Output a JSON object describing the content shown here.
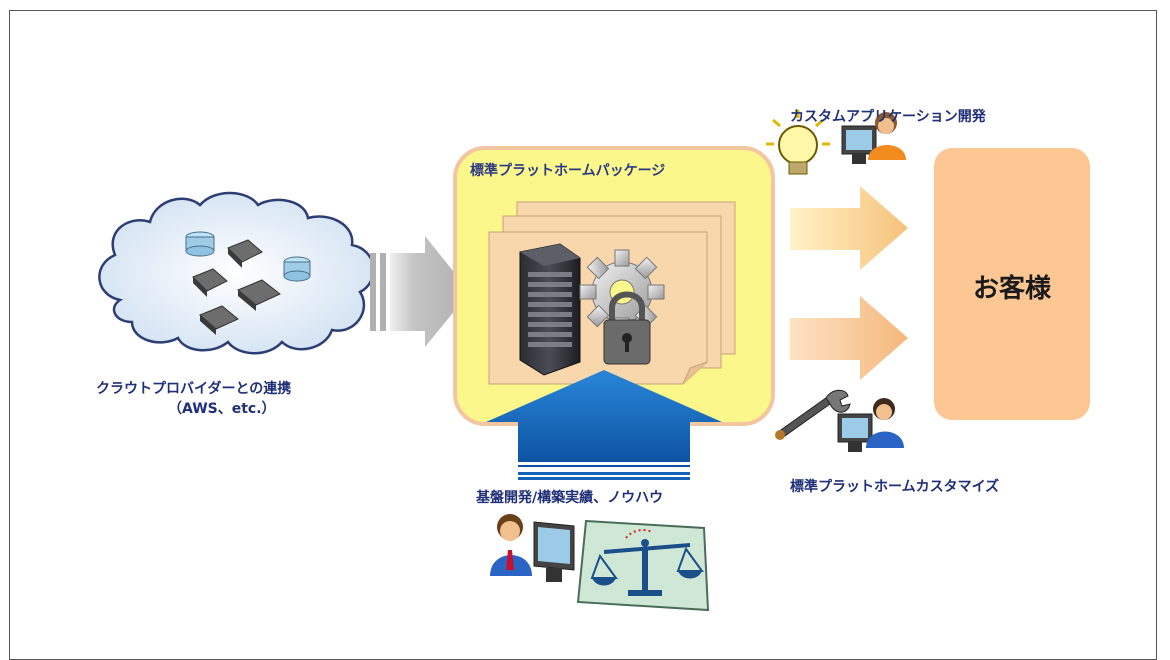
{
  "labels": {
    "custom_app": "カスタムアプリケーション開発",
    "package": "標準プラットホームパッケージ",
    "customer": "お客様",
    "cloud_line1": "クラウトプロバイダーとの連携",
    "cloud_line2": "（AWS、etc.）",
    "infra": "基盤開発/構築実績、ノウハウ",
    "customize": "標準プラットホームカスタマイズ"
  },
  "icons": {
    "cloud": "cloud-icon",
    "server": "server-rack-icon",
    "gear": "gear-icon",
    "lock": "padlock-icon",
    "bulb": "lightbulb-icon",
    "wrench": "wrench-icon",
    "scale": "balance-scale-icon",
    "person": "person-at-computer-icon"
  },
  "colors": {
    "package_bg": "#fbf78a",
    "package_border": "#f2c6a0",
    "customer_bg": "#fcc793",
    "label_text": "#1f2f78",
    "arrow_blue": "#1463b8",
    "arrow_gray": "#b9b9b9",
    "arrow_orange": "#f7c98e"
  }
}
